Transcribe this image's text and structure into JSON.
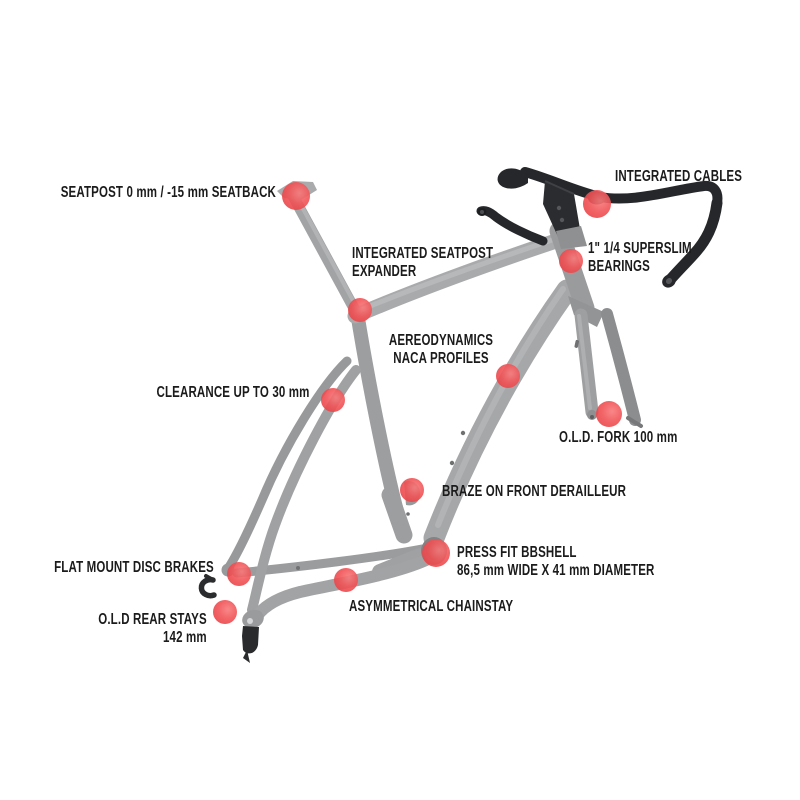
{
  "diagram": {
    "subject": "road-bike-frameset-features",
    "colors": {
      "background": "#ffffff",
      "frame_gray": "#a2a3a5",
      "handlebar_black": "#26272a",
      "marker_red": "#ef4146",
      "label_text": "#1b1b1b"
    },
    "callouts": [
      {
        "id": "seatpost",
        "lines": [
          "SEATPOST 0 mm / -15 mm SEATBACK"
        ]
      },
      {
        "id": "integrated-cables",
        "lines": [
          "INTEGRATED CABLES"
        ]
      },
      {
        "id": "superslim-bearings",
        "lines": [
          "1\" 1/4 SUPERSLIM",
          "BEARINGS"
        ]
      },
      {
        "id": "seatpost-expander",
        "lines": [
          "INTEGRATED SEATPOST",
          "EXPANDER"
        ]
      },
      {
        "id": "aerodynamics",
        "lines": [
          "AEREODYNAMICS",
          "NACA PROFILES"
        ]
      },
      {
        "id": "clearance",
        "lines": [
          "CLEARANCE UP TO 30 mm"
        ]
      },
      {
        "id": "fork",
        "lines": [
          "O.L.D. FORK 100 mm"
        ]
      },
      {
        "id": "braze-on",
        "lines": [
          "BRAZE ON FRONT DERAILLEUR"
        ]
      },
      {
        "id": "press-fit",
        "lines": [
          "PRESS FIT BBSHELL",
          "86,5 mm WIDE X 41 mm DIAMETER"
        ]
      },
      {
        "id": "flat-mount",
        "lines": [
          "FLAT MOUNT DISC BRAKES"
        ]
      },
      {
        "id": "rear-stays",
        "lines": [
          "O.L.D REAR STAYS",
          "142 mm"
        ]
      },
      {
        "id": "chainstay",
        "lines": [
          "ASYMMETRICAL CHAINSTAY"
        ]
      }
    ]
  }
}
